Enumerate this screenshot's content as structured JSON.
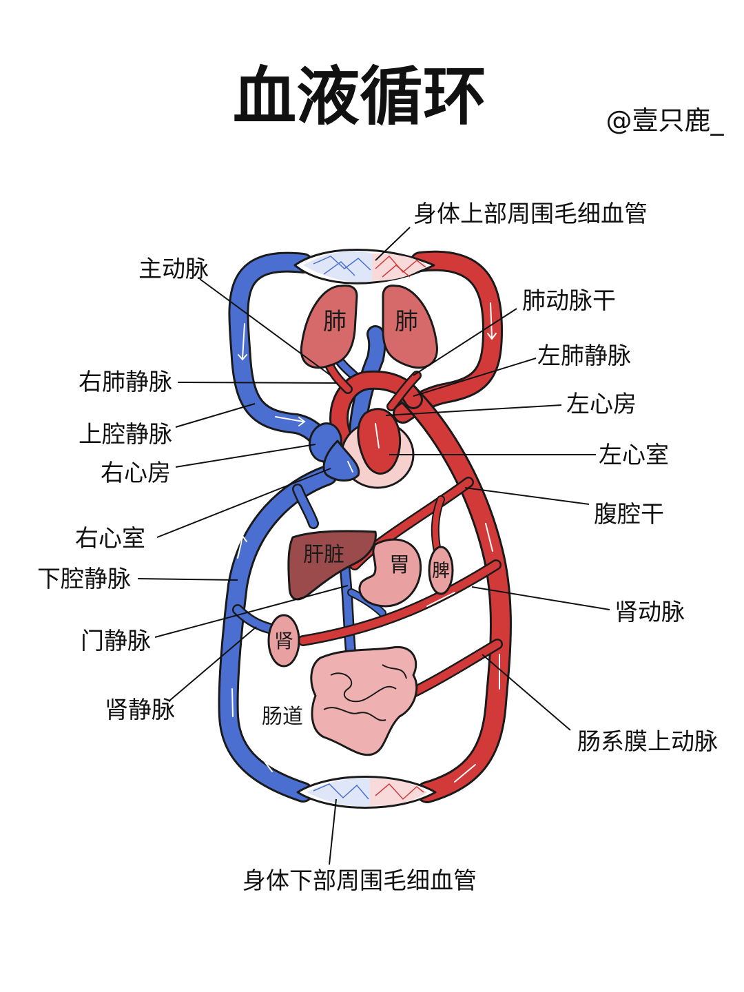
{
  "title": "血液循环",
  "author": "@壹只鹿_",
  "colors": {
    "vein": "#4a6fd0",
    "artery": "#d23a3a",
    "lung": "#d66a6a",
    "liver": "#9b4b4b",
    "organ_pink": "#e9a0a0",
    "intestine": "#eeb0b0",
    "pericardium": "#f6d0cc"
  },
  "organs": {
    "lung_left": "肺",
    "lung_right": "肺",
    "liver": "肝脏",
    "stomach": "胃",
    "spleen": "脾",
    "kidney": "肾",
    "intestine": "肠道"
  },
  "labels": {
    "upper_capillaries": "身体上部周围毛细血管",
    "aorta": "主动脉",
    "pulmonary_trunk": "肺动脉干",
    "right_pulmonary_vein": "右肺静脉",
    "left_pulmonary_vein": "左肺静脉",
    "superior_vena_cava": "上腔静脉",
    "left_atrium": "左心房",
    "right_atrium": "右心房",
    "left_ventricle": "左心室",
    "celiac_trunk": "腹腔干",
    "right_ventricle": "右心室",
    "inferior_vena_cava": "下腔静脉",
    "renal_artery": "肾动脉",
    "portal_vein": "门静脉",
    "renal_vein": "肾静脉",
    "superior_mesenteric_artery": "肠系膜上动脉",
    "lower_capillaries": "身体下部周围毛细血管"
  }
}
